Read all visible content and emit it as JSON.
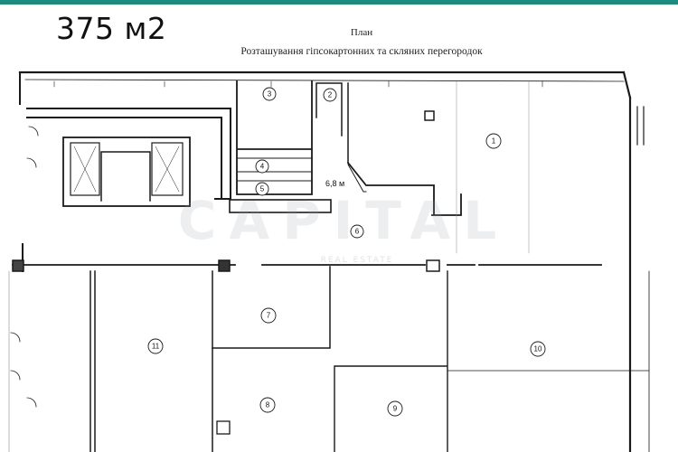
{
  "header": {
    "area_label": "375 м2",
    "plan_title": "План",
    "plan_subtitle": "Розташування гіпсокартонних та скляних перегородок",
    "accent_color": "#1d8c7e"
  },
  "watermark": {
    "text": "CAPITAL",
    "subtext": "REAL ESTATE"
  },
  "rooms": [
    "1",
    "2",
    "3",
    "4",
    "5",
    "6",
    "7",
    "8",
    "9",
    "10",
    "11"
  ],
  "room_height_label": "6,8 м"
}
